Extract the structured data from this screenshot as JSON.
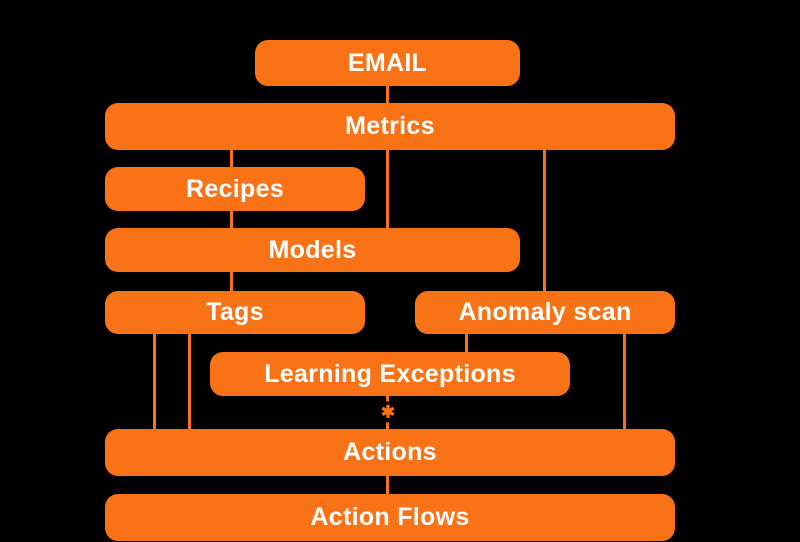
{
  "diagram": {
    "background": "#000000",
    "accent": "#F97316",
    "text_color": "#FFFFFF",
    "nodes": [
      {
        "id": "email",
        "label": "EMAIL"
      },
      {
        "id": "metrics",
        "label": "Metrics"
      },
      {
        "id": "recipes",
        "label": "Recipes"
      },
      {
        "id": "models",
        "label": "Models"
      },
      {
        "id": "tags",
        "label": "Tags"
      },
      {
        "id": "anomaly-scan",
        "label": "Anomaly scan"
      },
      {
        "id": "learning-exceptions",
        "label": "Learning Exceptions"
      },
      {
        "id": "actions",
        "label": "Actions"
      },
      {
        "id": "action-flows",
        "label": "Action Flows"
      }
    ],
    "edges": [
      {
        "from": "email",
        "to": "metrics"
      },
      {
        "from": "metrics",
        "to": "recipes"
      },
      {
        "from": "metrics",
        "to": "models"
      },
      {
        "from": "metrics",
        "to": "anomaly-scan"
      },
      {
        "from": "recipes",
        "to": "models"
      },
      {
        "from": "models",
        "to": "tags"
      },
      {
        "from": "tags",
        "to": "actions"
      },
      {
        "from": "tags",
        "to": "actions"
      },
      {
        "from": "anomaly-scan",
        "to": "learning-exceptions"
      },
      {
        "from": "anomaly-scan",
        "to": "actions"
      },
      {
        "from": "learning-exceptions",
        "to": "actions",
        "marker": "✱"
      },
      {
        "from": "actions",
        "to": "action-flows"
      }
    ],
    "marker": {
      "glyph": "✱"
    }
  }
}
